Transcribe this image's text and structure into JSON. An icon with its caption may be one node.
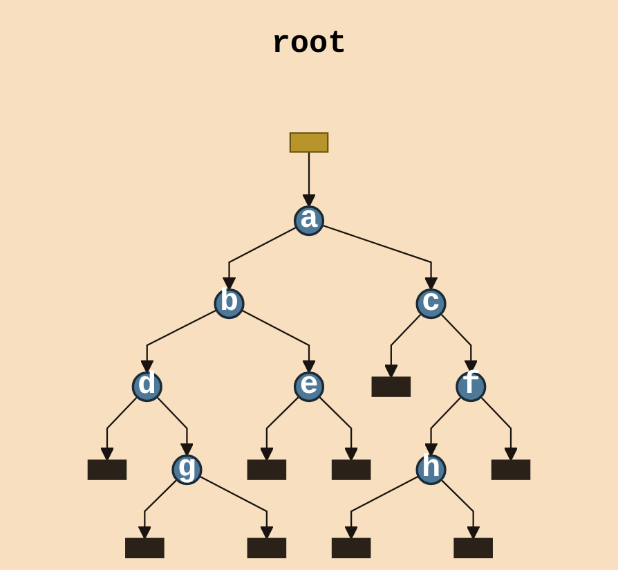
{
  "diagram": {
    "nodes": [
      {
        "text": [],
        "shape": "box",
        "beside": [
          "root"
        ]
      },
      {
        "text": [
          "a"
        ]
      },
      {
        "text": [
          "b"
        ]
      },
      {
        "text": [
          "c"
        ]
      },
      {
        "text": [
          "d"
        ]
      },
      {
        "text": [
          "e"
        ]
      },
      {
        "text": [],
        "shape": "ground"
      },
      {
        "text": [
          "f"
        ]
      },
      {
        "text": [],
        "shape": "ground"
      },
      {
        "text": [
          "g"
        ]
      },
      {
        "text": [],
        "shape": "ground"
      },
      {
        "text": [],
        "shape": "ground"
      },
      {
        "text": [
          "h"
        ]
      },
      {
        "text": [],
        "shape": "ground"
      },
      {
        "text": [],
        "shape": "ground"
      },
      {
        "text": [],
        "shape": "ground"
      },
      {
        "text": [],
        "shape": "ground"
      },
      {
        "text": [],
        "shape": "ground"
      }
    ],
    "edges": [
      {
        "from": 0,
        "to": 1,
        "arrow": "to"
      },
      {
        "from": 1,
        "to": 2,
        "arrow": "to"
      },
      {
        "from": 1,
        "to": 3,
        "arrow": "to"
      },
      {
        "from": 2,
        "to": 4,
        "arrow": "to"
      },
      {
        "from": 2,
        "to": 5,
        "arrow": "to"
      },
      {
        "from": 3,
        "to": 6,
        "arrow": "to"
      },
      {
        "from": 3,
        "to": 7,
        "arrow": "to"
      },
      {
        "from": 4,
        "to": 8,
        "arrow": "to"
      },
      {
        "from": 4,
        "to": 9,
        "arrow": "to"
      },
      {
        "from": 5,
        "to": 10,
        "arrow": "to"
      },
      {
        "from": 5,
        "to": 11,
        "arrow": "to"
      },
      {
        "from": 7,
        "to": 12,
        "arrow": "to"
      },
      {
        "from": 7,
        "to": 13,
        "arrow": "to"
      },
      {
        "from": 9,
        "to": 14,
        "arrow": "to"
      },
      {
        "from": 9,
        "to": 15,
        "arrow": "to"
      },
      {
        "from": 12,
        "to": 16,
        "arrow": "to"
      },
      {
        "from": 12,
        "to": 17,
        "arrow": "to"
      }
    ]
  }
}
